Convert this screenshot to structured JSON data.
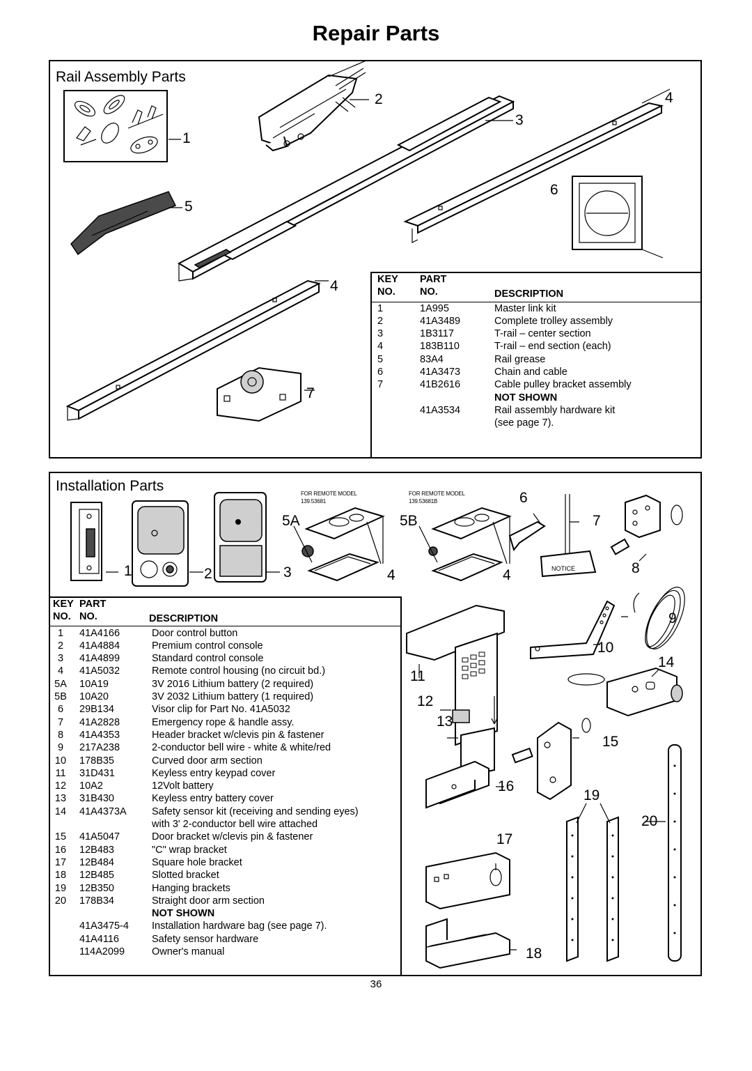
{
  "page": {
    "title": "Repair Parts",
    "page_number": "36"
  },
  "rail_section": {
    "title": "Rail Assembly Parts",
    "callouts": [
      "1",
      "2",
      "3",
      "4",
      "5",
      "6",
      "4",
      "7"
    ],
    "table": {
      "head_key": [
        "KEY",
        "NO."
      ],
      "head_part": [
        "PART",
        "NO."
      ],
      "head_desc": "DESCRIPTION",
      "rows": [
        {
          "key": "1",
          "part": "1A995",
          "desc": "Master link kit"
        },
        {
          "key": "2",
          "part": "41A3489",
          "desc": "Complete trolley assembly"
        },
        {
          "key": "3",
          "part": "1B3117",
          "desc": "T-rail – center section"
        },
        {
          "key": "4",
          "part": "183B110",
          "desc": "T-rail – end section (each)"
        },
        {
          "key": "5",
          "part": "83A4",
          "desc": "Rail grease"
        },
        {
          "key": "6",
          "part": "41A3473",
          "desc": "Chain and cable"
        },
        {
          "key": "7",
          "part": "41B2616",
          "desc": "Cable pulley bracket assembly"
        }
      ],
      "not_shown_label": "NOT SHOWN",
      "not_shown": [
        {
          "key": "",
          "part": "41A3534",
          "desc": "Rail assembly hardware kit"
        },
        {
          "key": "",
          "part": "",
          "desc": "(see page 7)."
        }
      ]
    }
  },
  "install_section": {
    "title": "Installation Parts",
    "remote_a": {
      "line1": "FOR REMOTE MODEL",
      "line2": "139.53681"
    },
    "remote_b": {
      "line1": "FOR REMOTE MODEL",
      "line2": "139.53681B"
    },
    "callouts": [
      "1",
      "2",
      "3",
      "5A",
      "4",
      "5B",
      "4",
      "6",
      "7",
      "8",
      "9",
      "10",
      "14",
      "11",
      "12",
      "13",
      "15",
      "16",
      "19",
      "20",
      "17",
      "18"
    ],
    "notice_label": "NOTICE",
    "table": {
      "head_key": [
        "KEY",
        "NO."
      ],
      "head_part": [
        "PART",
        "NO."
      ],
      "head_desc": "DESCRIPTION",
      "rows": [
        {
          "key": "1",
          "part": "41A4166",
          "desc": "Door control button"
        },
        {
          "key": "2",
          "part": "41A4884",
          "desc": "Premium control console"
        },
        {
          "key": "3",
          "part": "41A4899",
          "desc": "Standard control console"
        },
        {
          "key": "4",
          "part": "41A5032",
          "desc": "Remote control housing (no circuit bd.)"
        },
        {
          "key": "5A",
          "part": "10A19",
          "desc": "3V 2016 Lithium battery (2 required)"
        },
        {
          "key": "5B",
          "part": "10A20",
          "desc": "3V 2032 Lithium battery (1 required)"
        },
        {
          "key": "6",
          "part": "29B134",
          "desc": "Visor clip for Part No. 41A5032"
        },
        {
          "key": "7",
          "part": "41A2828",
          "desc": "Emergency rope & handle assy."
        },
        {
          "key": "8",
          "part": "41A4353",
          "desc": "Header bracket w/clevis pin & fastener"
        },
        {
          "key": "9",
          "part": "217A238",
          "desc": "2-conductor bell wire - white & white/red"
        },
        {
          "key": "10",
          "part": "178B35",
          "desc": "Curved door arm section"
        },
        {
          "key": "11",
          "part": "31D431",
          "desc": "Keyless entry keypad cover"
        },
        {
          "key": "12",
          "part": "10A2",
          "desc": "12Volt battery"
        },
        {
          "key": "13",
          "part": "31B430",
          "desc": "Keyless entry battery cover"
        },
        {
          "key": "14",
          "part": "41A4373A",
          "desc": "Safety sensor kit (receiving and sending eyes)"
        },
        {
          "key": "",
          "part": "",
          "desc": "with 3' 2-conductor bell wire attached"
        },
        {
          "key": "15",
          "part": "41A5047",
          "desc": "Door bracket w/clevis pin & fastener"
        },
        {
          "key": "16",
          "part": "12B483",
          "desc": "\"C\" wrap bracket"
        },
        {
          "key": "17",
          "part": "12B484",
          "desc": "Square hole bracket"
        },
        {
          "key": "18",
          "part": "12B485",
          "desc": "Slotted bracket"
        },
        {
          "key": "19",
          "part": "12B350",
          "desc": "Hanging brackets"
        },
        {
          "key": "20",
          "part": "178B34",
          "desc": "Straight door arm section"
        }
      ],
      "not_shown_label": "NOT SHOWN",
      "not_shown": [
        {
          "key": "",
          "part": "41A3475-4",
          "desc": "Installation hardware bag (see page 7)."
        },
        {
          "key": "",
          "part": "41A4116",
          "desc": "Safety sensor hardware"
        },
        {
          "key": "",
          "part": "114A2099",
          "desc": "Owner's manual"
        }
      ]
    }
  }
}
